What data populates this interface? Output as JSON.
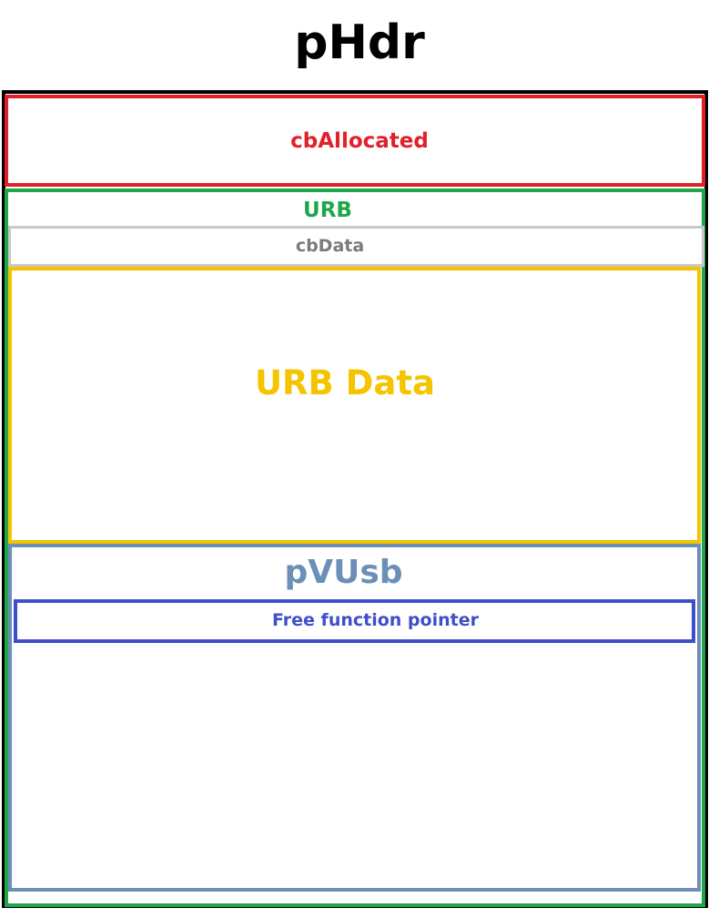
{
  "title": "pHdr",
  "cb_allocated": {
    "label": "cbAllocated",
    "color": "#e3202a"
  },
  "urb": {
    "label": "URB",
    "color": "#1fa64a",
    "cb_data": {
      "label": "cbData",
      "color": "#7a7a7a",
      "border_color": "#c8c8c8"
    },
    "urb_data": {
      "label": "URB Data",
      "color": "#f5c400"
    },
    "pvusb": {
      "label": "pVUsb",
      "color": "#6b8fb8",
      "free_function_pointer": {
        "label": "Free function pointer",
        "color": "#3f4fc8"
      }
    }
  },
  "outer_border_color": "#000000"
}
